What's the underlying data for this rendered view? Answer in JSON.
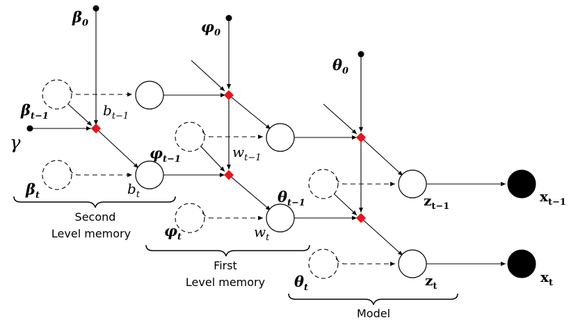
{
  "figure": {
    "labels": {
      "beta0": {
        "sym": "β",
        "sub": "0"
      },
      "beta_t_minus_1": {
        "sym": "β",
        "sub": "t−1"
      },
      "beta_t": {
        "sym": "β",
        "sub": "t"
      },
      "gamma": {
        "sym": "γ"
      },
      "b_t_minus_1": {
        "sym": "b",
        "sub": "t−1"
      },
      "b_t": {
        "sym": "b",
        "sub": "t"
      },
      "phi0": {
        "sym": "φ",
        "sub": "0"
      },
      "phi_t_minus_1": {
        "sym": "φ",
        "sub": "t−1"
      },
      "phi_t": {
        "sym": "φ",
        "sub": "t"
      },
      "w_t_minus_1": {
        "sym": "w",
        "sub": "t−1"
      },
      "w_t": {
        "sym": "w",
        "sub": "t"
      },
      "theta0": {
        "sym": "θ",
        "sub": "0"
      },
      "theta_t_minus_1": {
        "sym": "θ",
        "sub": "t−1"
      },
      "theta_t": {
        "sym": "θ",
        "sub": "t"
      },
      "z_t_minus_1": {
        "sym": "z",
        "sub": "t−1"
      },
      "z_t": {
        "sym": "z",
        "sub": "t"
      },
      "x_t_minus_1": {
        "sym": "x",
        "sub": "t−1"
      },
      "x_t": {
        "sym": "x",
        "sub": "t"
      }
    },
    "captions": {
      "second": {
        "line1": "Second",
        "line2": "Level memory"
      },
      "first": {
        "line1": "First",
        "line2": "Level memory"
      },
      "model": {
        "line1": "Model"
      }
    },
    "colors": {
      "factor": "#e8141c",
      "observed": "#000000",
      "stroke": "#000000"
    }
  }
}
